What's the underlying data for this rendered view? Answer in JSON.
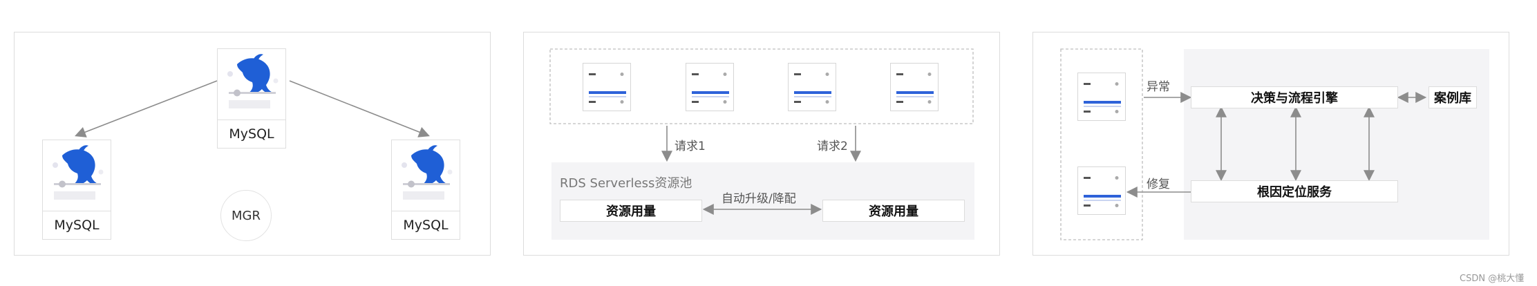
{
  "panel1": {
    "node_top": "MySQL",
    "node_left": "MySQL",
    "node_right": "MySQL",
    "mgr_label": "MGR"
  },
  "panel2": {
    "request1": "请求1",
    "request2": "请求2",
    "pool_title": "RDS Serverless资源池",
    "usage_left": "资源用量",
    "usage_right": "资源用量",
    "scale_label": "自动升级/降配"
  },
  "panel3": {
    "anomaly": "异常",
    "repair": "修复",
    "engine": "决策与流程引擎",
    "case_lib": "案例库",
    "root_cause": "根因定位服务"
  },
  "watermark": "CSDN @桃大懂",
  "colors": {
    "dolphin_blue": "#1f5fd6",
    "server_bar_blue": "#2e62d9",
    "arrow_gray": "#8c8c8c",
    "pool_bg": "#f4f4f6"
  }
}
